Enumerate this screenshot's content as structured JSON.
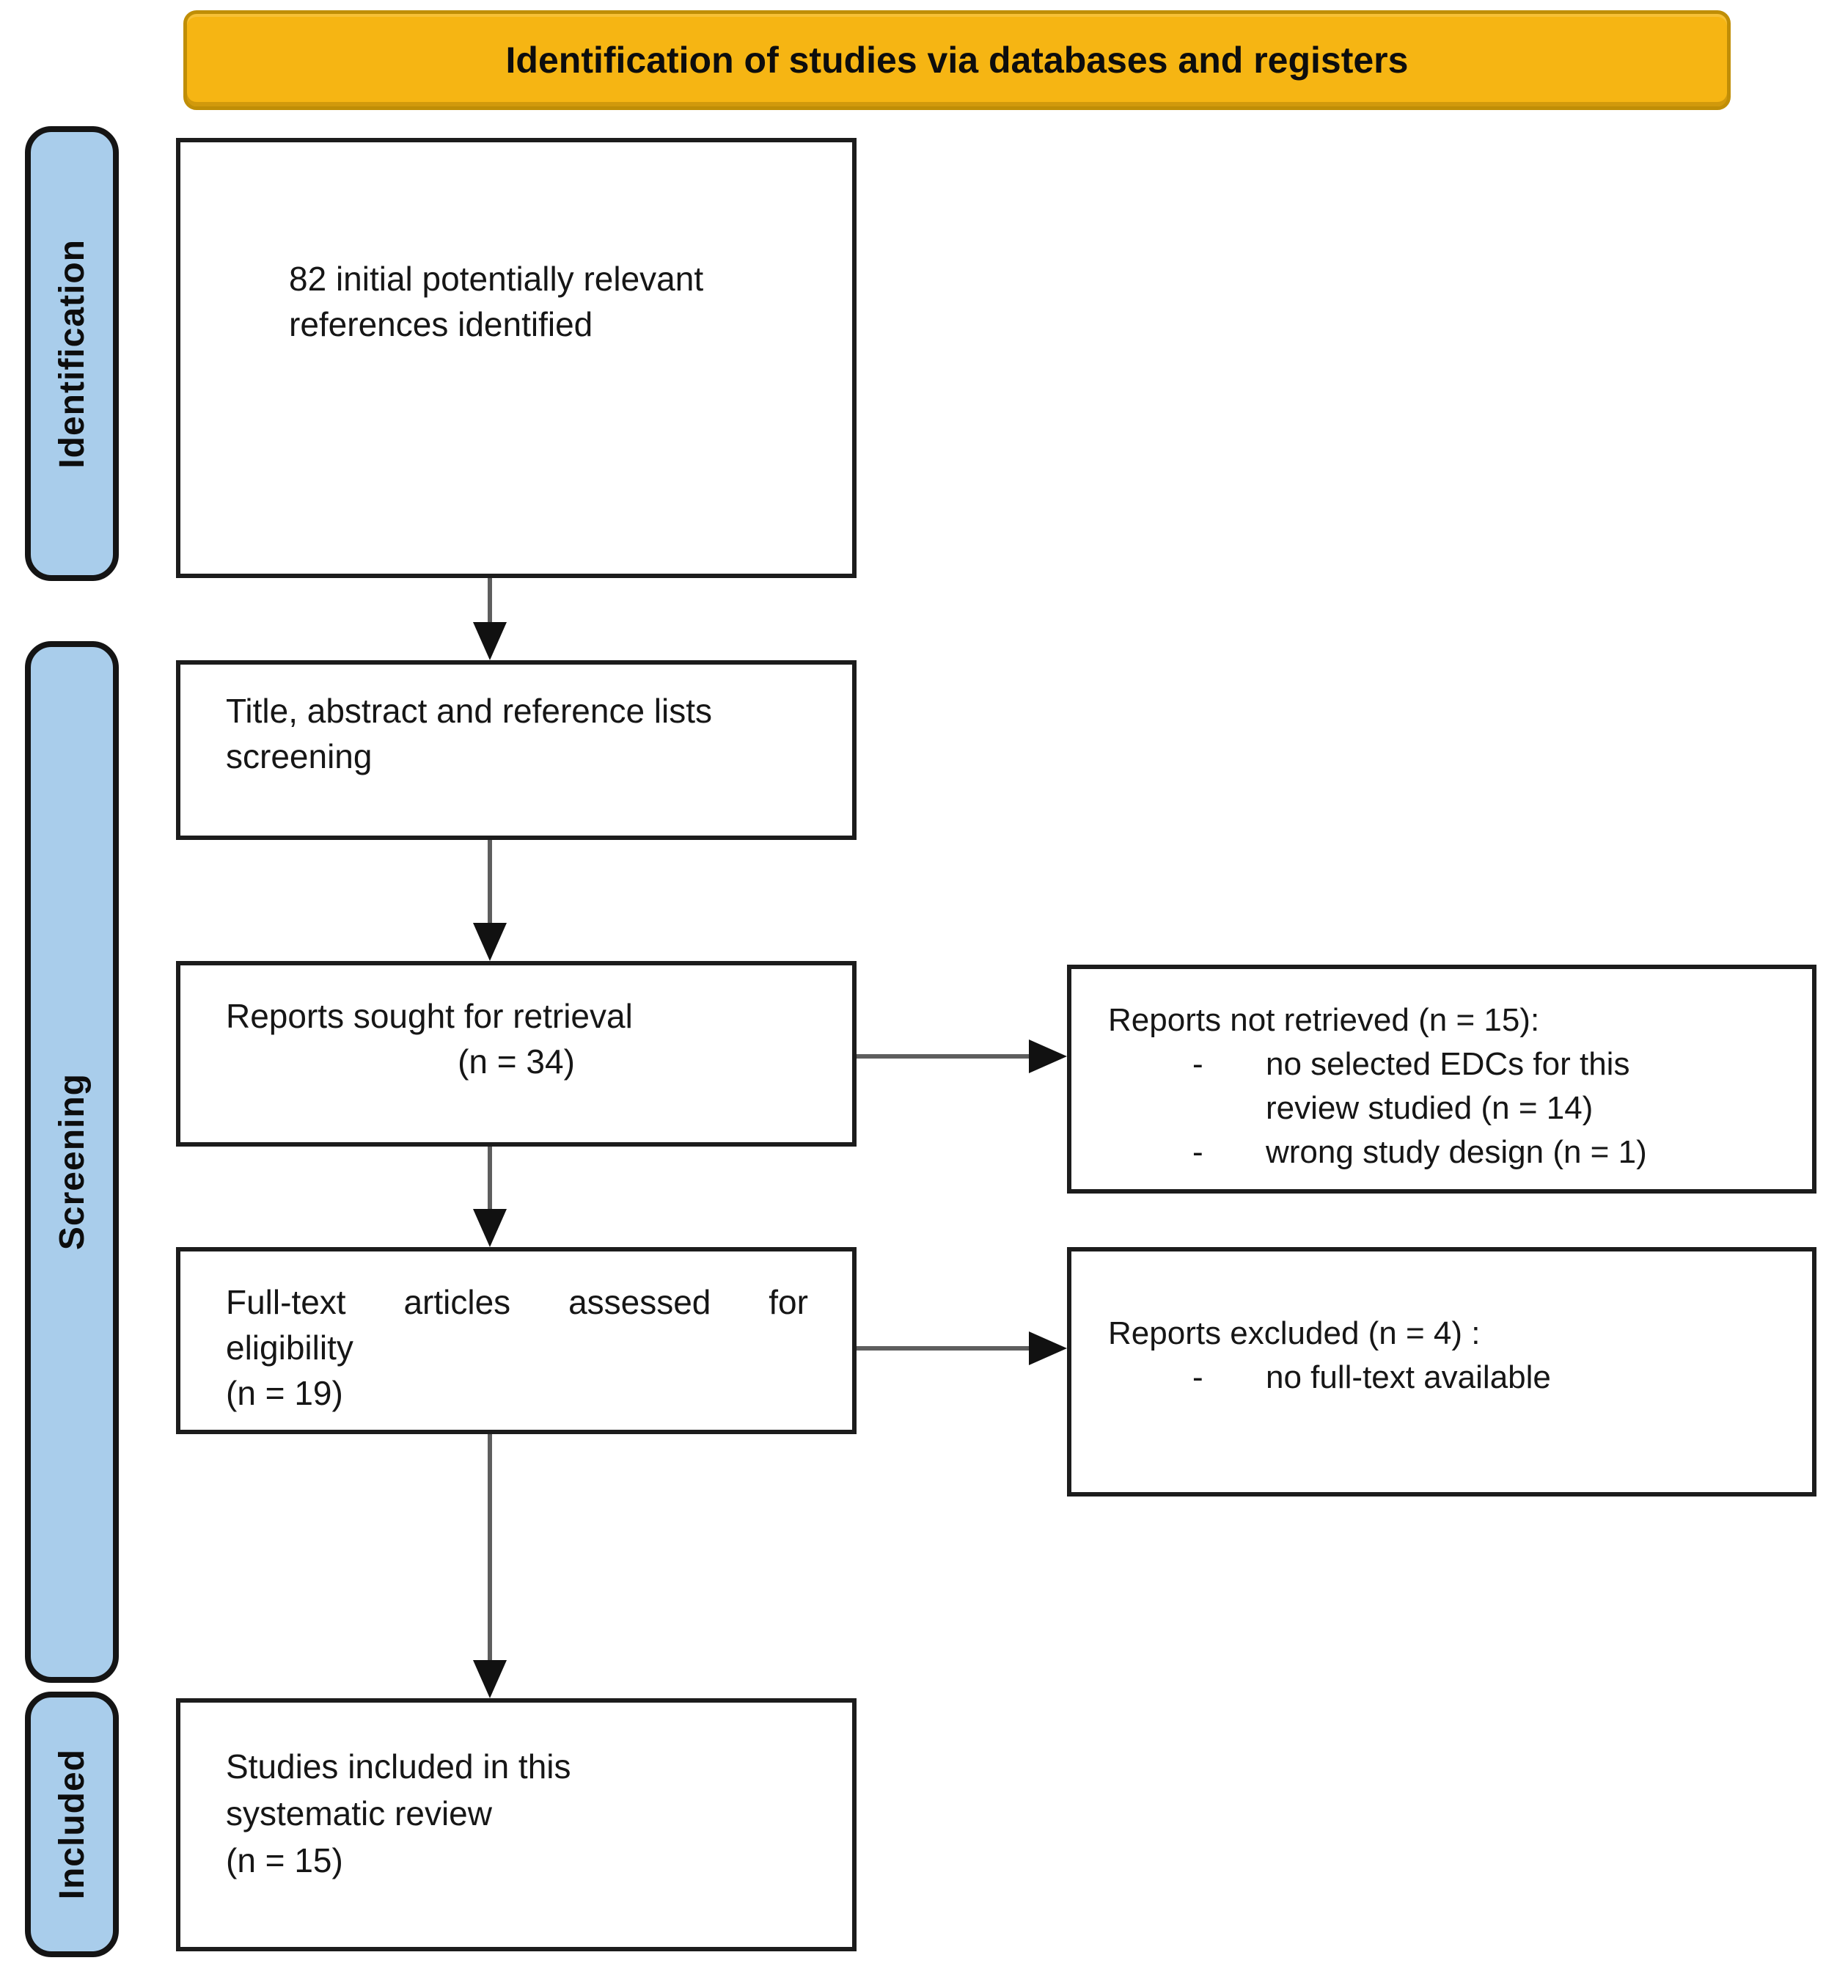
{
  "colors": {
    "banner_bg": "#F6B513",
    "banner_border": "#C08E06",
    "stage_bg": "#A9CDEB",
    "box_border": "#1C1C1C",
    "arrow_line": "#5E5E5E",
    "arrow_head": "#111111",
    "text": "#161616"
  },
  "banner": {
    "title": "Identification of studies via databases and registers"
  },
  "stages": {
    "identification": "Identification",
    "screening": "Screening",
    "included": "Included"
  },
  "boxes": {
    "records_identified": {
      "line1": "82 initial potentially relevant",
      "line2": "references identified"
    },
    "title_screening": {
      "line1": "Title, abstract and reference lists",
      "line2": "screening"
    },
    "reports_sought": {
      "line1": "Reports sought for retrieval",
      "line2": "(n = 34)"
    },
    "fulltext_assessed": {
      "line1_words": [
        "Full-text",
        "articles",
        "assessed",
        "for"
      ],
      "line2": "eligibility",
      "line3": "(n = 19)"
    },
    "studies_included": {
      "line1": "Studies included in this",
      "line2": "systematic review",
      "line3": "(n = 15)"
    },
    "reports_not_retrieved": {
      "title": "Reports not retrieved (n = 15):",
      "bullets": [
        {
          "marker": "-",
          "text": "no selected EDCs for this review studied (n = 14)"
        },
        {
          "marker": "-",
          "text": "wrong study design (n = 1)"
        }
      ]
    },
    "reports_excluded": {
      "title": "Reports excluded (n = 4) :",
      "bullets": [
        {
          "marker": "-",
          "text": "no full-text available"
        }
      ]
    }
  }
}
